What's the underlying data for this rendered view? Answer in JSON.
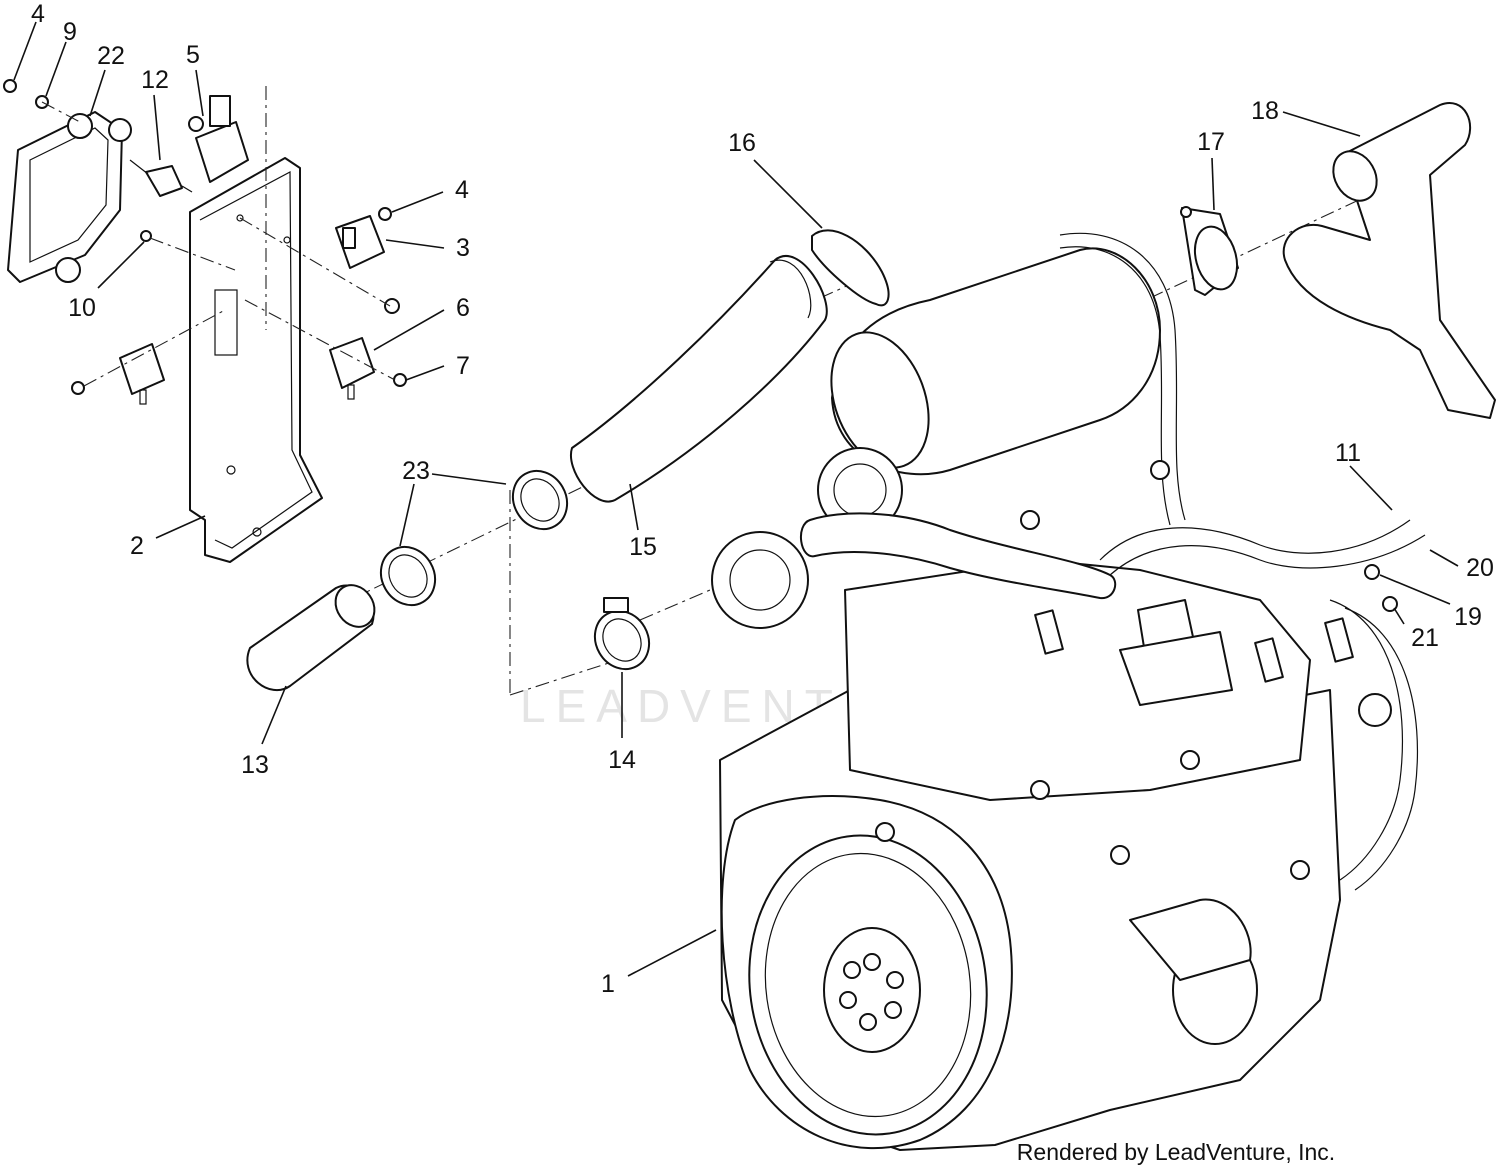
{
  "watermark": "LEADVENTURE",
  "credit": "Rendered by LeadVenture, Inc.",
  "callouts": {
    "c1": "1",
    "c2": "2",
    "c3": "3",
    "c4a": "4",
    "c4b": "4",
    "c5": "5",
    "c6": "6",
    "c7": "7",
    "c9": "9",
    "c10": "10",
    "c11": "11",
    "c12": "12",
    "c13": "13",
    "c14": "14",
    "c15": "15",
    "c16": "16",
    "c17": "17",
    "c18": "18",
    "c19": "19",
    "c20": "20",
    "c21": "21",
    "c22": "22",
    "c23": "23"
  }
}
